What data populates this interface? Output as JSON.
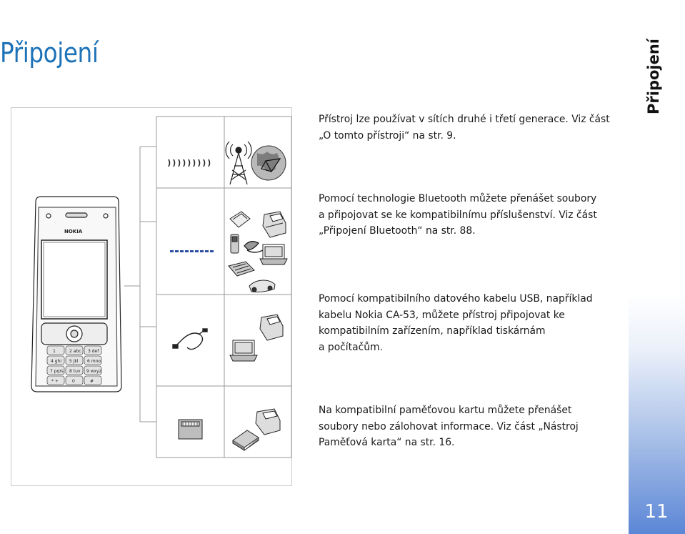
{
  "page": {
    "title": "Připojení",
    "side_tab": "Připojení",
    "page_number": "11"
  },
  "paragraphs": [
    {
      "lines": [
        "Přístroj lze používat v sítích druhé i třetí generace. Viz část",
        "„O tomto přístroji“ na str. 9."
      ]
    },
    {
      "lines": [
        "Pomocí technologie Bluetooth můžete přenášet soubory",
        "a připojovat se ke kompatibilnímu příslušenství. Viz část",
        "„Připojení Bluetooth“ na str. 88."
      ]
    },
    {
      "lines": [
        "Pomocí kompatibilního datového kabelu USB, například",
        "kabelu Nokia CA-53, můžete přístroj připojovat ke",
        "kompatibilním zařízením, například tiskárnám",
        "a počítačům."
      ]
    },
    {
      "lines": [
        "Na kompatibilní paměťovou kartu můžete přenášet",
        "soubory nebo zálohovat informace. Viz část „Nástroj",
        "Paměťová karta“ na str. 16."
      ]
    }
  ],
  "phone": {
    "brand": "NOKIA",
    "keys": [
      "1",
      "2 abc",
      "3 def",
      "4 ghi",
      "5 jkl",
      "6 mno",
      "7 pqrs",
      "8 tuv",
      "9 wxyz",
      "* +",
      "0",
      "# "
    ]
  },
  "diagram": {
    "icons": [
      "radio-waves-icon",
      "cell-tower-icon",
      "globe-icon",
      "bluetooth-dots-icon",
      "card-icon",
      "printer-icon",
      "mobile-phone-icon",
      "headset-icon",
      "laptop-icon",
      "keyboard-icon",
      "car-icon",
      "usb-cable-icon",
      "printer-icon",
      "laptop-icon",
      "memory-card-icon",
      "printer-icon",
      "card-reader-icon"
    ]
  }
}
